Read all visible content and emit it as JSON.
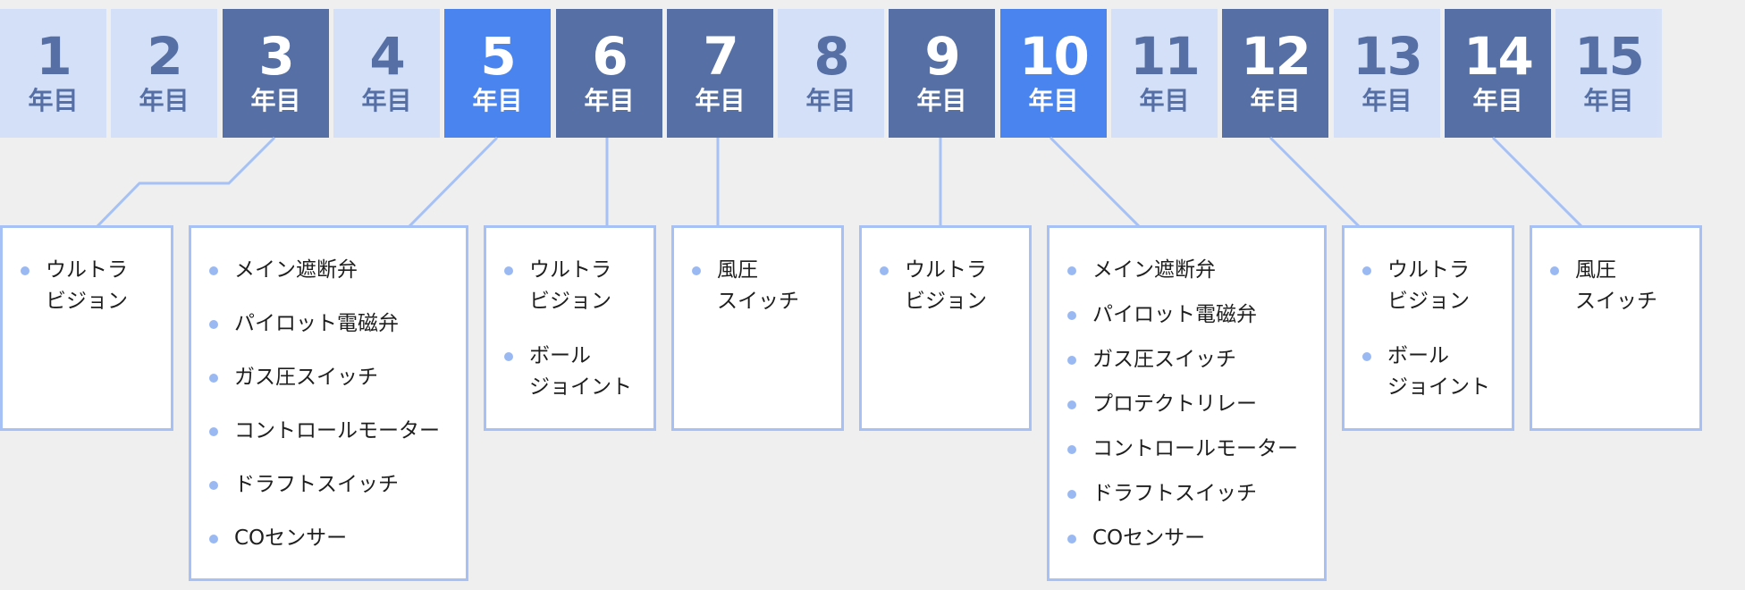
{
  "colors": {
    "background": "#efefef",
    "cell_light": "#d4e0f8",
    "cell_dark": "#5670a6",
    "cell_bright": "#4a84ee",
    "connector": "#a5c1f6",
    "bullet": "#9ab9f2"
  },
  "year_suffix": "年目",
  "years": [
    {
      "num": "1",
      "style": "light"
    },
    {
      "num": "2",
      "style": "light"
    },
    {
      "num": "3",
      "style": "dark"
    },
    {
      "num": "4",
      "style": "light"
    },
    {
      "num": "5",
      "style": "bright"
    },
    {
      "num": "6",
      "style": "dark"
    },
    {
      "num": "7",
      "style": "dark"
    },
    {
      "num": "8",
      "style": "light"
    },
    {
      "num": "9",
      "style": "dark"
    },
    {
      "num": "10",
      "style": "bright"
    },
    {
      "num": "11",
      "style": "light"
    },
    {
      "num": "12",
      "style": "dark"
    },
    {
      "num": "13",
      "style": "light"
    },
    {
      "num": "14",
      "style": "dark"
    },
    {
      "num": "15",
      "style": "light"
    }
  ],
  "cards": [
    {
      "year": "3",
      "items": [
        "ウルトラ\nビジョン"
      ]
    },
    {
      "year": "5",
      "items": [
        "メイン遮断弁",
        "パイロット電磁弁",
        "ガス圧スイッチ",
        "コントロールモーター",
        "ドラフトスイッチ",
        "COセンサー"
      ]
    },
    {
      "year": "6",
      "items": [
        "ウルトラ\nビジョン",
        "ボール\nジョイント"
      ]
    },
    {
      "year": "7",
      "items": [
        "風圧\nスイッチ"
      ]
    },
    {
      "year": "9",
      "items": [
        "ウルトラ\nビジョン"
      ]
    },
    {
      "year": "10",
      "items": [
        "メイン遮断弁",
        "パイロット電磁弁",
        "ガス圧スイッチ",
        "プロテクトリレー",
        "コントロールモーター",
        "ドラフトスイッチ",
        "COセンサー"
      ]
    },
    {
      "year": "12",
      "items": [
        "ウルトラ\nビジョン",
        "ボール\nジョイント"
      ]
    },
    {
      "year": "14",
      "items": [
        "風圧\nスイッチ"
      ]
    }
  ]
}
